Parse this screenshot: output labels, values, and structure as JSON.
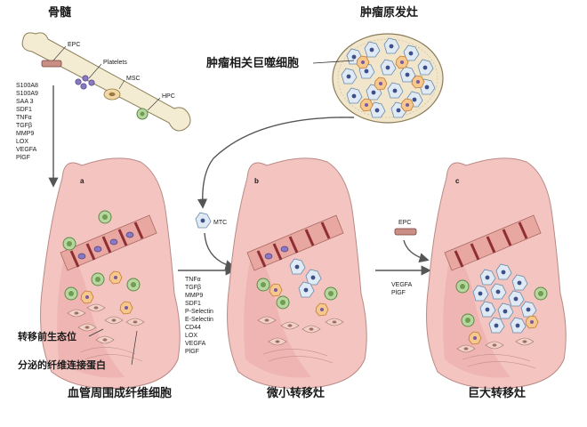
{
  "labels": {
    "bone_marrow": "骨髓",
    "primary_tumour": "肿瘤原发灶",
    "tam": "肿瘤相关巨噬细胞",
    "premetastatic_niche": "转移前生态位",
    "fibronectin": "分泌的纤维连接蛋白",
    "perivascular_fibroblast": "血管周围成纤维细胞",
    "micrometastasis": "微小转移灶",
    "macrometastasis": "巨大转移灶"
  },
  "bone_cells": {
    "epc": "EPC",
    "platelets": "Platelets",
    "msc": "MSC",
    "hpc": "HPC"
  },
  "panels": {
    "a": "a",
    "b": "b",
    "c": "c"
  },
  "factors_marrow": [
    "S100A8",
    "S100A9",
    "SAA 3",
    "SDF1",
    "TNFα",
    "TGFβ",
    "MMP9",
    "LOX",
    "VEGFA",
    "PlGF"
  ],
  "factors_mid": [
    "TNFα",
    "TGFβ",
    "MMP9",
    "SDF1",
    "P-Selectin",
    "E-Selectin",
    "CD44",
    "LOX",
    "VEGFA",
    "PlGF"
  ],
  "factors_right": [
    "VEGFA",
    "PlGF"
  ],
  "mtc_label": "MTC",
  "epc_label_right": "EPC"
}
